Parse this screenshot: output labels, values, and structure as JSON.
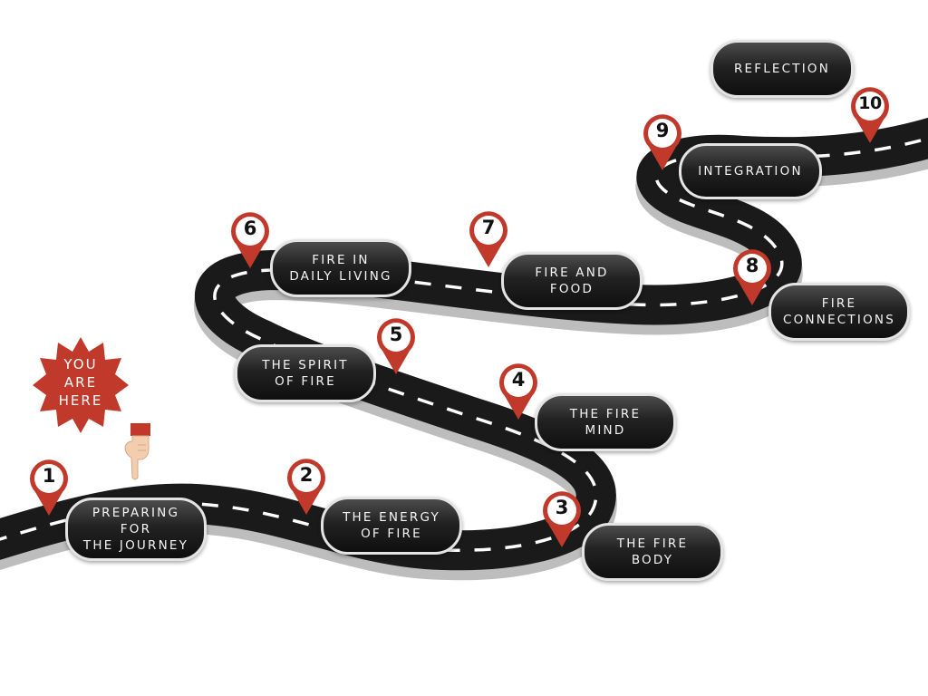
{
  "colors": {
    "road": "#1a1a1a",
    "road_edge": "#bdbdbd",
    "dash": "#ffffff",
    "pin": "#c0392b",
    "label_border": "#e4e4e4"
  },
  "you_are_here": {
    "text": "YOU\nARE\nHERE",
    "icon": "pointing-hand-icon"
  },
  "stops": [
    {
      "number": "1",
      "label": "PREPARING\nFOR\nTHE JOURNEY"
    },
    {
      "number": "2",
      "label": "THE ENERGY\nOF FIRE"
    },
    {
      "number": "3",
      "label": "THE FIRE\nBODY"
    },
    {
      "number": "4",
      "label": "THE FIRE\nMIND"
    },
    {
      "number": "5",
      "label": "THE SPIRIT\nOF FIRE"
    },
    {
      "number": "6",
      "label": "FIRE IN\nDAILY LIVING"
    },
    {
      "number": "7",
      "label": "FIRE AND\nFOOD"
    },
    {
      "number": "8",
      "label": "FIRE\nCONNECTIONS"
    },
    {
      "number": "9",
      "label": "INTEGRATION"
    },
    {
      "number": "10",
      "label": "REFLECTION"
    }
  ]
}
